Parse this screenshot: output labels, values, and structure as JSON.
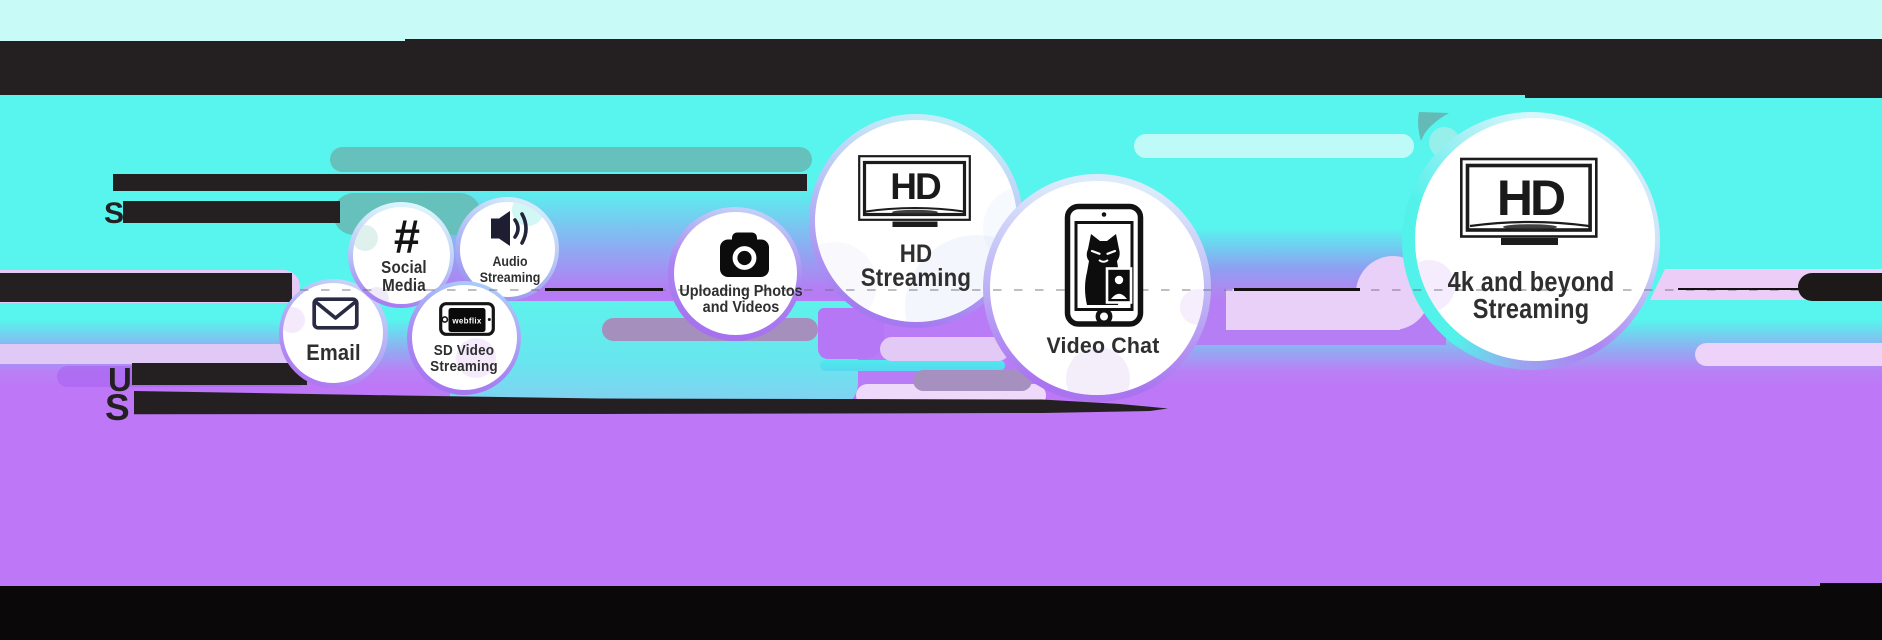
{
  "title": "Internet speed usage bubbles infographic",
  "redacted_text": {
    "top_line1_letter": "",
    "top_line2_letter": "S",
    "bottom_line1_letter": "U",
    "bottom_line2_letter": "S"
  },
  "bubbles": {
    "email": {
      "label": "Email",
      "icon": "envelope"
    },
    "social": {
      "line1": "Social",
      "line2": "Media",
      "icon": "hashtag",
      "icon_glyph": "#"
    },
    "audio": {
      "line1": "Audio",
      "line2": "Streaming",
      "icon": "speaker"
    },
    "sd": {
      "line1": "SD Video",
      "line2": "Streaming",
      "icon": "webflix-phone",
      "brand": "webflix"
    },
    "upload": {
      "line1": "Uploading Photos",
      "line2": "and Videos",
      "icon": "camera"
    },
    "hd": {
      "line1": "HD",
      "line2": "Streaming",
      "icon": "hd-tv",
      "tv_text": "HD"
    },
    "vc": {
      "label": "Video Chat",
      "icon": "video-chat-phone"
    },
    "uhd": {
      "line1": "4k and beyond",
      "line2": "Streaming",
      "icon": "hd-tv",
      "tv_text": "HD"
    }
  },
  "timeline": {
    "style": "dashed",
    "solid_segments": 3,
    "dash_color": "#767684"
  },
  "colors": {
    "cyan_bg": "#58f4ee",
    "pale_cyan_strip": "#c8fbf8",
    "purple_bg": "#bd77f7",
    "periwinkle": "#90a7f2",
    "teal_pill": "#66c0bb",
    "light_cyan_pill": "#befbf8",
    "grey_purple_pill": "#a690c0",
    "lavender_pill": "#e9d0f8",
    "black_band": "#242021",
    "bottom_band": "#0b0809",
    "label_text": "#2f2f30"
  }
}
